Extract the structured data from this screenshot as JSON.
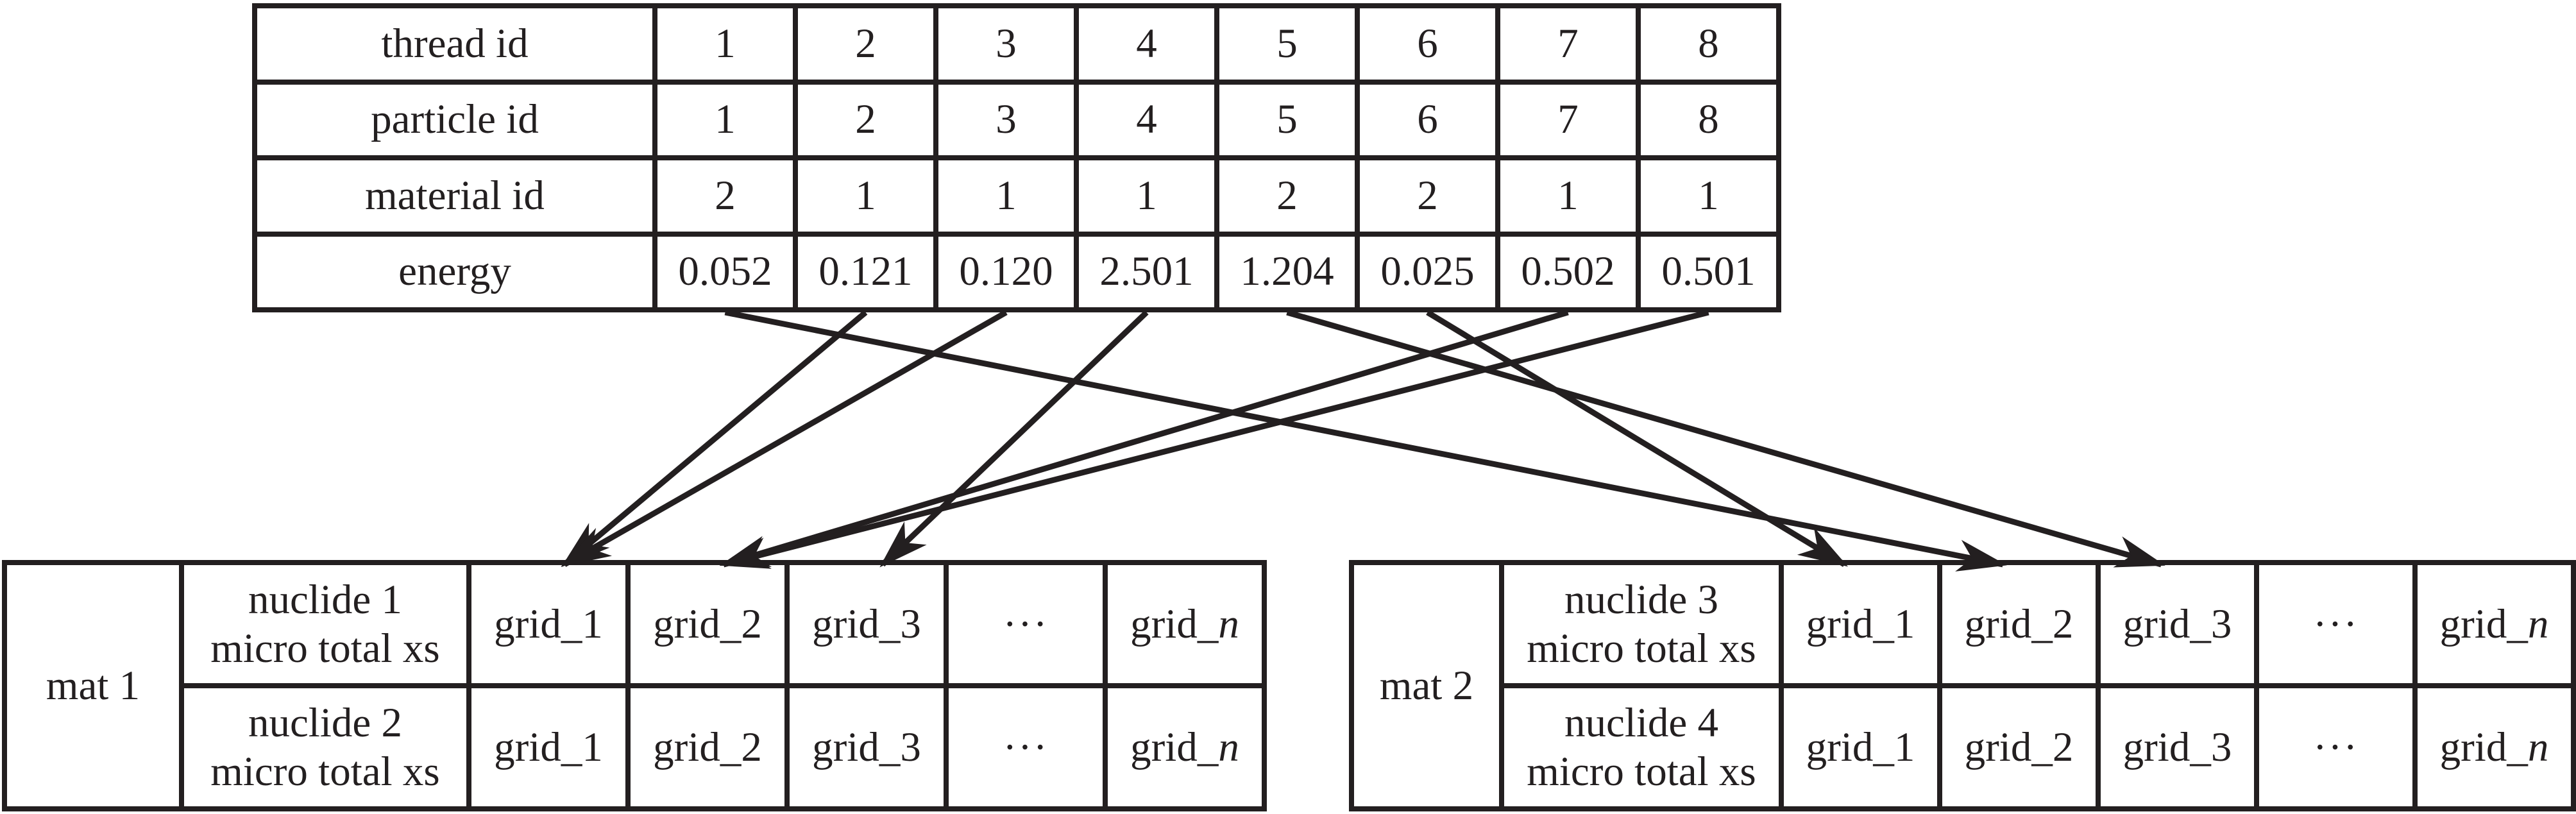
{
  "colors": {
    "ink": "#231f20",
    "background": "#ffffff"
  },
  "top_table": {
    "rows": [
      {
        "label": "thread id",
        "values": [
          "1",
          "2",
          "3",
          "4",
          "5",
          "6",
          "7",
          "8"
        ]
      },
      {
        "label": "particle id",
        "values": [
          "1",
          "2",
          "3",
          "4",
          "5",
          "6",
          "7",
          "8"
        ]
      },
      {
        "label": "material id",
        "values": [
          "2",
          "1",
          "1",
          "1",
          "2",
          "2",
          "1",
          "1"
        ]
      },
      {
        "label": "energy",
        "values": [
          "0.052",
          "0.121",
          "0.120",
          "2.501",
          "1.204",
          "0.025",
          "0.502",
          "0.501"
        ]
      }
    ]
  },
  "grids": {
    "g1": "grid_1",
    "g2": "grid_2",
    "g3": "grid_3",
    "dots": "···",
    "gn_prefix": "grid_",
    "gn_var": "n"
  },
  "mat1": {
    "label": "mat 1",
    "nuclides": [
      {
        "line1": "nuclide 1",
        "line2": "micro total xs"
      },
      {
        "line1": "nuclide 2",
        "line2": "micro total xs"
      }
    ]
  },
  "mat2": {
    "label": "mat 2",
    "nuclides": [
      {
        "line1": "nuclide 3",
        "line2": "micro total xs"
      },
      {
        "line1": "nuclide 4",
        "line2": "micro total xs"
      }
    ]
  },
  "arrows": [
    {
      "particle": "1",
      "energy": "0.052",
      "material": 2,
      "grid": 2
    },
    {
      "particle": "2",
      "energy": "0.121",
      "material": 1,
      "grid": 1
    },
    {
      "particle": "3",
      "energy": "0.120",
      "material": 1,
      "grid": 1
    },
    {
      "particle": "4",
      "energy": "2.501",
      "material": 1,
      "grid": 3
    },
    {
      "particle": "5",
      "energy": "1.204",
      "material": 2,
      "grid": 3
    },
    {
      "particle": "6",
      "energy": "0.025",
      "material": 2,
      "grid": 1
    },
    {
      "particle": "7",
      "energy": "0.502",
      "material": 1,
      "grid": 2
    },
    {
      "particle": "8",
      "energy": "0.501",
      "material": 1,
      "grid": 2
    }
  ]
}
